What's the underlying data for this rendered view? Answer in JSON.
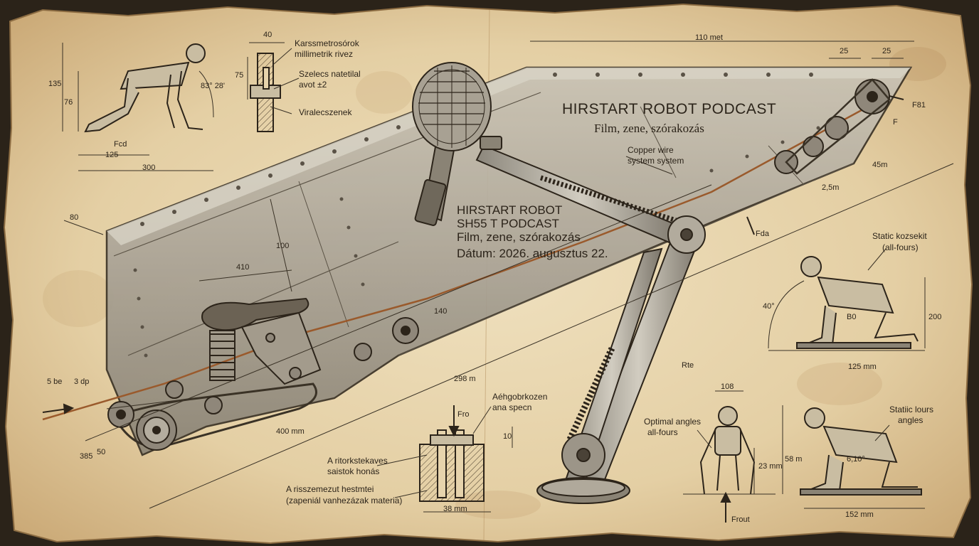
{
  "header": {
    "title": "HIRSTART ROBOT PODCAST",
    "subtitle": "Film, zene, szórakozás"
  },
  "info_block": {
    "line1": "HIRSTART ROBOT",
    "line2": "SH55 T PODCAST",
    "line3": "Film, zene, szórakozás",
    "line4": "Dátum: 2026. augusztus 22."
  },
  "callouts": {
    "tl1": "Karssmetrosórok",
    "tl2": "millimetrik rivez",
    "tl3": "Szelecs natetilal",
    "tl4": "avot ±2",
    "tl5": "Viralecszenek",
    "copper1": "Copper wire",
    "copper2": "system system",
    "static1": "Static kozsekit",
    "static2": "(all-fours)",
    "static3": "Statiic lours",
    "static4": "angles",
    "optimal1": "Optimal angles",
    "optimal2": "all-fours",
    "aheg1": "Aéhgobrkozen",
    "aheg2": "ana specn",
    "ritork1": "A ritorkstekaves",
    "ritork2": "saistok honás",
    "risz1": "A risszemezut hestmtei",
    "risz2": "(zapeniál vanhezázak materia)"
  },
  "dimensions": {
    "d40": "40",
    "d75": "75",
    "d135": "135",
    "d76": "76",
    "d125a": "125",
    "d300": "300",
    "fcd": "Fcd",
    "angle": "83° 28'",
    "d110": "110 met",
    "d25a": "25",
    "d25b": "25",
    "f81": "F81",
    "f": "F",
    "d45": "45m",
    "d25m": "2,5m",
    "fda": "Fda",
    "d80": "80",
    "d100": "100",
    "d410": "410",
    "d140": "140",
    "d298": "298 m",
    "d400": "400 mm",
    "sbe": "5 be",
    "dp": "3 dp",
    "d385": "385",
    "d50": "50",
    "fro": "Fro",
    "d10": "10",
    "d38": "38 mm",
    "rte": "Rte",
    "deg40": "40°",
    "d200": "200",
    "d125mm": "125 mm",
    "d108": "108",
    "d23": "23 mm",
    "d58": "58 m",
    "frout": "Frout",
    "d152": "152 mm",
    "deg": "6,10°",
    "bo": "B0"
  },
  "colors": {
    "paper": "#e6d3ac",
    "ink": "#2c241a",
    "metal": "#a9a294",
    "copper": "#9a5a2c"
  }
}
